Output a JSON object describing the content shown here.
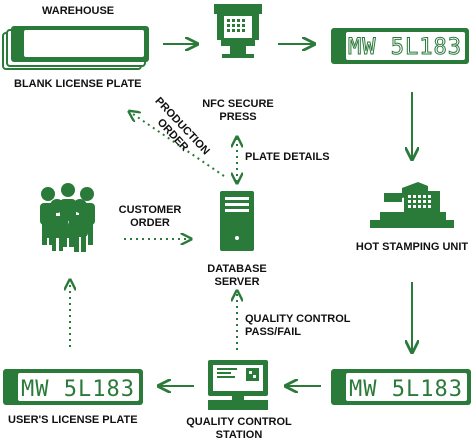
{
  "colors": {
    "accent": "#2a7a3a",
    "text": "#111111",
    "background": "#ffffff"
  },
  "nodes": {
    "warehouse": "WAREHOUSE",
    "blank_plate": "BLANK LICENSE PLATE",
    "nfc_press": [
      "NFC SECURE",
      "PRESS"
    ],
    "hot_stamping": "HOT STAMPING UNIT",
    "database": [
      "DATABASE",
      "SERVER"
    ],
    "quality_station": [
      "QUALITY CONTROL",
      "STATION"
    ],
    "users_plate": "USER'S LICENSE PLATE"
  },
  "edges": {
    "production_order": [
      "PRODUCTION",
      "ORDER"
    ],
    "plate_details": "PLATE DETAILS",
    "customer_order": [
      "CUSTOMER",
      "ORDER"
    ],
    "qc_pass_fail": [
      "QUALITY CONTROL",
      "PASS/FAIL"
    ]
  },
  "plates": {
    "pressed": "MW 5L183",
    "stamped": "MW 5L183",
    "user": "MW 5L183"
  },
  "icons": [
    "blank-plate-stack-icon",
    "nfc-press-icon",
    "embossed-plate-icon",
    "hot-stamping-icon",
    "people-group-icon",
    "server-icon",
    "qc-station-icon",
    "finished-plate-icon"
  ]
}
